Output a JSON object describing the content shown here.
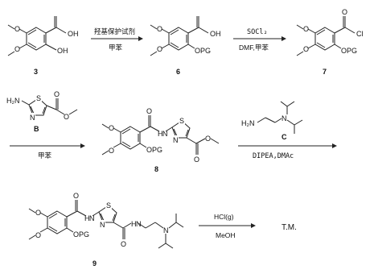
{
  "compounds": {
    "c3": {
      "number": "3",
      "oh_top": "OH",
      "oh_side": "OH",
      "o1": "O",
      "o2": "O"
    },
    "c6": {
      "number": "6",
      "oh_top": "OH",
      "opg": "OPG",
      "o1": "O",
      "o2": "O"
    },
    "c7": {
      "number": "7",
      "cl": "Cl",
      "opg": "OPG",
      "o1": "O",
      "o2": "O",
      "carbonyl_o": "O"
    },
    "cB": {
      "label": "B",
      "nh2": "H₂N",
      "s": "S",
      "n": "N",
      "o_carbonyl": "O",
      "o_ester": "O"
    },
    "c8": {
      "number": "8",
      "nh": "H",
      "n_amide": "N",
      "s": "S",
      "n": "N",
      "opg": "OPG",
      "o1": "O",
      "o2": "O",
      "o_amide": "O",
      "o_ester_c": "O",
      "o_ester": "O"
    },
    "cC": {
      "label": "C",
      "nh2": "H₂N",
      "n": "N"
    },
    "c9": {
      "number": "9",
      "nh1": "H",
      "n_amide1": "N",
      "s": "S",
      "n": "N",
      "nh2": "H",
      "n_amide2": "N",
      "n_amine": "N",
      "opg": "OPG",
      "o1": "O",
      "o2": "O",
      "o_amide1": "O",
      "o_amide2": "O"
    }
  },
  "steps": {
    "step1": {
      "above": "羟基保护试剂",
      "below": "甲苯"
    },
    "step2": {
      "above": "SOCl₂",
      "below": "DMF,甲苯"
    },
    "step3": {
      "below": "甲苯"
    },
    "step4": {
      "below": "DIPEA,DMAc"
    },
    "step5": {
      "above": "HCl(g)",
      "below": "MeOH"
    }
  },
  "product": "T.M."
}
